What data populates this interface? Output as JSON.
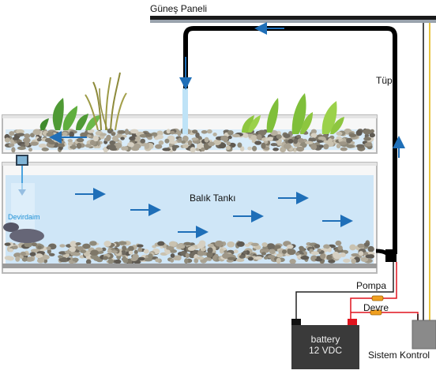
{
  "labels": {
    "solar_panel": "Güneş Paneli",
    "tube": "Tüp",
    "fish_tank": "Balık Tankı",
    "circulation": "Devirdaim",
    "pump": "Pompa",
    "circuit": "Devre",
    "battery_line1": "battery",
    "battery_line2": "12 VDC",
    "system_control": "Sistem Kontrol"
  },
  "colors": {
    "water": "#cfe6f7",
    "pipe": "#000000",
    "arrow": "#1f6fb8",
    "wire_red": "#e0141e",
    "wire_black": "#222222",
    "wire_yellow": "#e0b000",
    "battery": "#3a3a3a",
    "controller": "#8a8a8a",
    "plant": "#5aa63a",
    "glass": "#b9b9b9"
  },
  "icons": {
    "flow_arrow": "arrow-right-icon",
    "pipe_arrow": "arrow-icon",
    "plant": "plant-icon",
    "fuse": "fuse-icon"
  }
}
